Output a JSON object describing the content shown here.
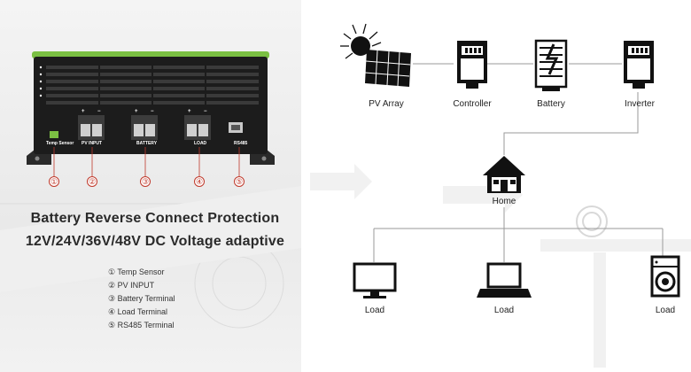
{
  "device": {
    "terminals": [
      {
        "num": "①",
        "label": "Temp Sensor"
      },
      {
        "num": "②",
        "label": "PV INPUT"
      },
      {
        "num": "③",
        "label": "BATTERY"
      },
      {
        "num": "④",
        "label": "LOAD"
      },
      {
        "num": "⑤",
        "label": "RS485"
      }
    ],
    "polarity_signs": [
      "+",
      "−"
    ]
  },
  "headline": {
    "line1": "Battery Reverse Connect Protection",
    "line2": "12V/24V/36V/48V DC Voltage adaptive"
  },
  "legend": [
    {
      "num": "①",
      "text": "Temp Sensor"
    },
    {
      "num": "②",
      "text": "PV INPUT"
    },
    {
      "num": "③",
      "text": "Battery Terminal"
    },
    {
      "num": "④",
      "text": "Load Terminal"
    },
    {
      "num": "⑤",
      "text": "RS485 Terminal"
    }
  ],
  "diagram": {
    "nodes": {
      "pv": {
        "label": "PV Array",
        "icon": "solar-panel-icon"
      },
      "controller": {
        "label": "Controller",
        "icon": "controller-icon"
      },
      "battery": {
        "label": "Battery",
        "icon": "battery-icon"
      },
      "inverter": {
        "label": "Inverter",
        "icon": "inverter-icon"
      },
      "home": {
        "label": "Home",
        "icon": "house-icon"
      },
      "load1": {
        "label": "Load",
        "icon": "monitor-icon"
      },
      "load2": {
        "label": "Load",
        "icon": "laptop-icon"
      },
      "load3": {
        "label": "Load",
        "icon": "washing-machine-icon"
      }
    }
  },
  "colors": {
    "device_green": "#7bc043",
    "device_body": "#1c1c1c",
    "number_red": "#c0392b",
    "line_gray": "#9a9a9a",
    "icon_black": "#111111"
  }
}
